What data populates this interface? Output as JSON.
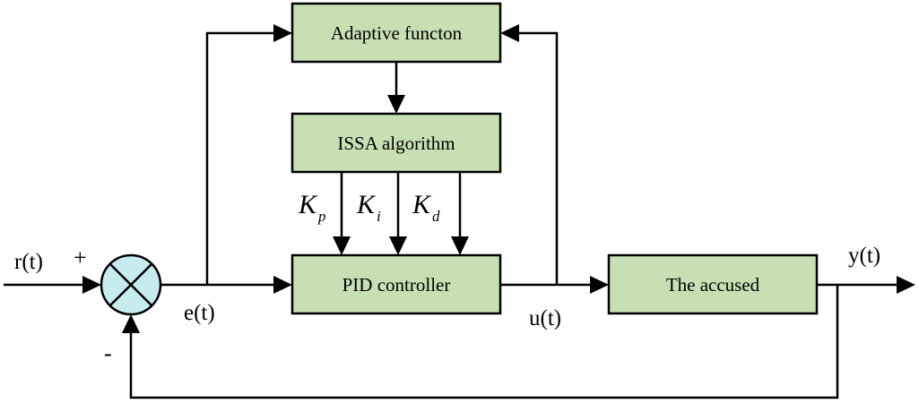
{
  "blocks": {
    "adaptive_function": "Adaptive functon",
    "issa_algorithm": "ISSA algorithm",
    "pid_controller": "PID controller",
    "accused": "The accused"
  },
  "signals": {
    "reference": "r(t)",
    "error": "e(t)",
    "control": "u(t)",
    "output": "y(t)"
  },
  "signs": {
    "plus": "+",
    "minus": "-"
  },
  "gains": [
    {
      "symbol": "K",
      "subscript": "p"
    },
    {
      "symbol": "K",
      "subscript": "i"
    },
    {
      "symbol": "K",
      "subscript": "d"
    }
  ],
  "colors": {
    "block_fill": "#c6e0b4",
    "summing_junction_fill": "#c7ecf0",
    "line": "#000000"
  }
}
